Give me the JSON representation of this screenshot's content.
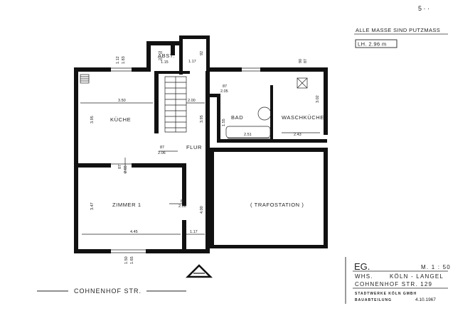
{
  "header": {
    "page_no": "5 · ·",
    "note": "ALLE MASSE SIND PUTZMASS",
    "lh": "LH. 2.96 m"
  },
  "rooms": {
    "kueche": "KÜCHE",
    "zimmer1": "ZIMMER 1",
    "flur": "FLUR",
    "bad": "BAD",
    "waschkueche": "WASCHKÜCHE",
    "abst": "ABST.",
    "trafo": "( TRAFOSTATION )"
  },
  "dims": {
    "kueche_w": "3.50",
    "kueche_h": "3.95",
    "zimmer_w": "4.45",
    "zimmer_h": "3.47",
    "flur_w": "2.00",
    "flur_h": "3.95",
    "flur_h2": "4.00",
    "flur_b": "1.17",
    "door_k_a": "87",
    "door_k_b": "2.06",
    "door_z_a": "87",
    "door_z_b": "2.06",
    "door_b_a": "87",
    "door_b_b": "2.05",
    "door_v_a": "87",
    "door_v_b": "2.65",
    "bad_w": "2.51",
    "bad_h": "1.55",
    "wasch_w": "2.43",
    "wasch_h": "3.02",
    "abst_a": "70",
    "abst_b": "70",
    "abst_w": "1.15",
    "abst_b2": "1.17",
    "abst_h": "92",
    "win_top_a": "1.12",
    "win_top_b": "1.83",
    "win_r_a": "90",
    "win_r_b": "87",
    "win_bot_a": "1.50",
    "win_bot_b": "1.65"
  },
  "titleblock": {
    "floor": "EG.",
    "scale": "M. 1 : 50",
    "whs": "WHS.",
    "city": "KÖLN - LANGEL",
    "street": "COHNENHOF STR. 129",
    "org": "STADTWERKE KÖLN GMBH",
    "dept": "BAUABTEILUNG",
    "date": "4.10.1967"
  },
  "street_label": "COHNENHOF STR."
}
